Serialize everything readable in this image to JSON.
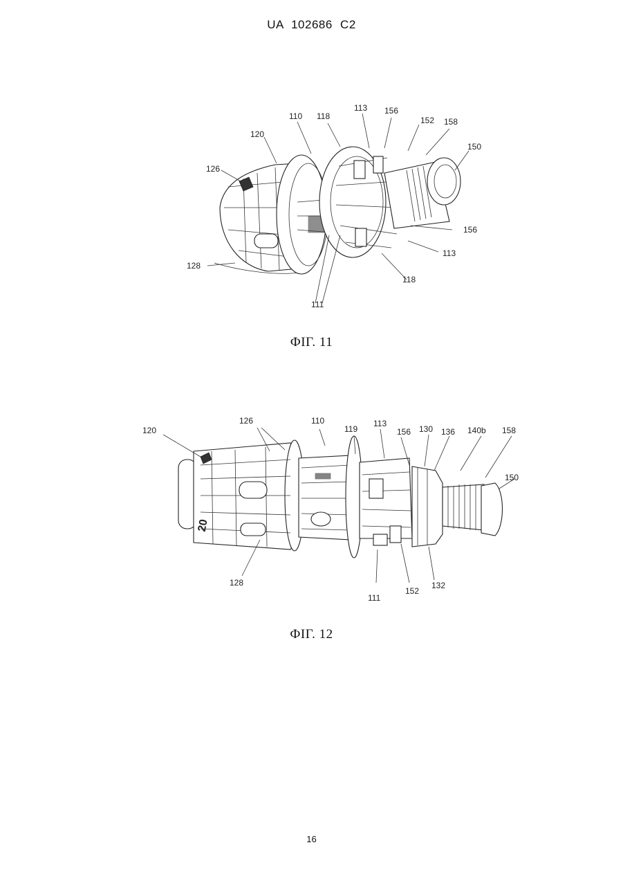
{
  "header": {
    "patent_number": "UA   102686   C2"
  },
  "figures": [
    {
      "caption": "ФІГ. 11",
      "labels": {
        "l110": "110",
        "l118a": "118",
        "l113a": "113",
        "l156a": "156",
        "l152": "152",
        "l158": "158",
        "l120": "120",
        "l150": "150",
        "l126": "126",
        "l156b": "156",
        "l113b": "113",
        "l128": "128",
        "l118b": "118",
        "l111": "111"
      }
    },
    {
      "caption": "ФІГ. 12",
      "labels": {
        "l126": "126",
        "l110": "110",
        "l119": "119",
        "l113": "113",
        "l156": "156",
        "l130": "130",
        "l136": "136",
        "l140b": "140b",
        "l158": "158",
        "l120": "120",
        "l150": "150",
        "l128": "128",
        "l132": "132",
        "l152": "152",
        "l111": "111",
        "size_mark": "20"
      }
    }
  ],
  "page_number": "16"
}
